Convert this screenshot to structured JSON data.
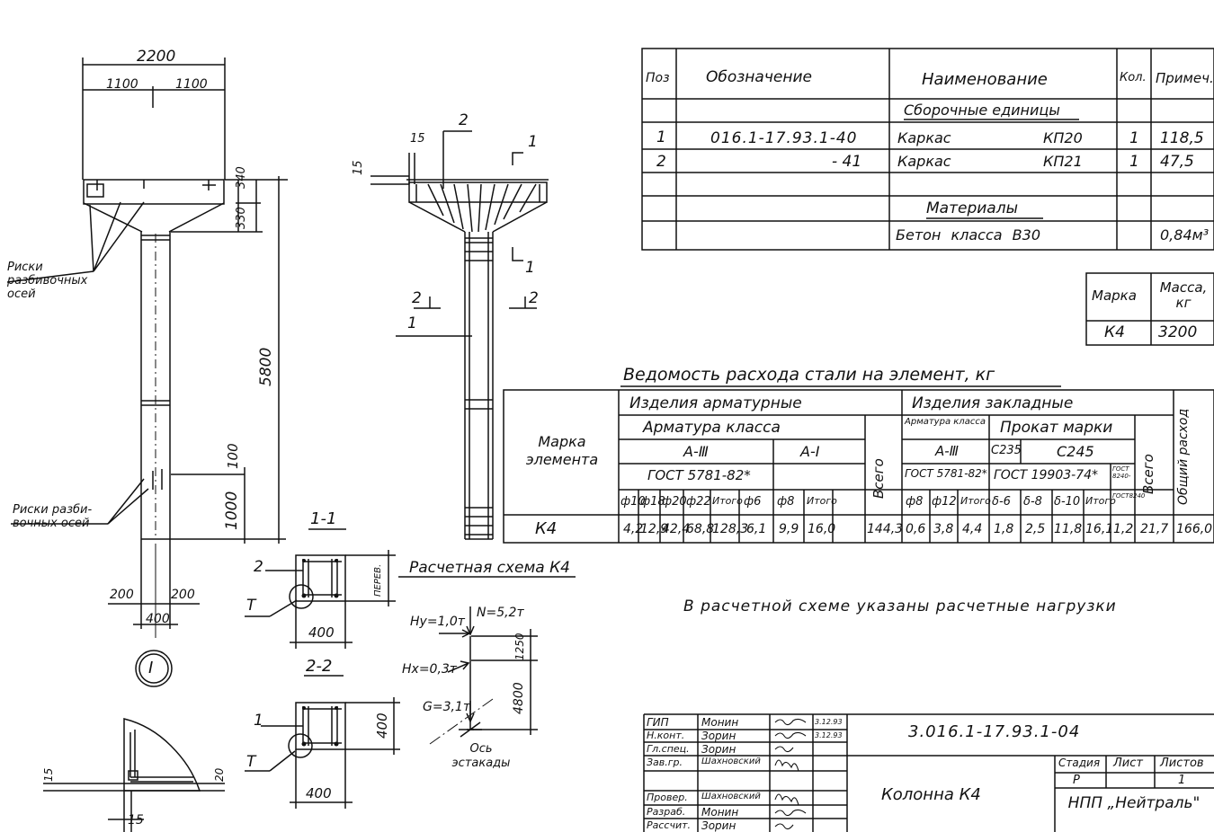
{
  "spec_table": {
    "headers": {
      "pos": "Поз",
      "designation": "Обозначение",
      "name": "Наименование",
      "qty": "Кол.",
      "note": "Примеч."
    },
    "assembly_header": "Сборочные единицы",
    "materials_header": "Материалы",
    "rows": [
      {
        "pos": "1",
        "designation": "016.1-17.93.1-40",
        "name": "Каркас",
        "mark": "КП20",
        "qty": "1",
        "note": "118,5"
      },
      {
        "pos": "2",
        "designation": "- 41",
        "name": "Каркас",
        "mark": "КП21",
        "qty": "1",
        "note": "47,5"
      }
    ],
    "material": {
      "name": "Бетон  класса  В30",
      "note": "0,84м³"
    }
  },
  "mass_table": {
    "mark_header": "Марка",
    "mass_header": "Масса, кг",
    "mark": "К4",
    "mass": "3200"
  },
  "steel": {
    "title": "Ведомость  расхода  стали  на  элемент,  кг",
    "element_mark_header": "Марка элемента",
    "rebar_header": "Изделия  арматурные",
    "rebar_class_header": "Арматура  класса",
    "a3": "А-Ⅲ",
    "a1": "А-Ⅰ",
    "gost5781": "ГОСТ 5781-82*",
    "total": "Всего",
    "embedded_header": "Изделия  закладные",
    "emb_rebar_class": "Арматура класса",
    "emb_a3": "А-Ⅲ",
    "emb_gost": "ГОСТ 5781-82*",
    "profile_header": "Прокат  марки",
    "c235": "С235",
    "c245": "С245",
    "gost19903": "ГОСТ 19903-74*",
    "gost_small": "ГОСТ 8240-",
    "grand_total": "Общий расход",
    "columns": [
      "ф10",
      "ф18",
      "ф20",
      "ф22",
      "Итого",
      "ф6",
      "ф8",
      "Итого",
      "",
      "ф8",
      "ф12",
      "Итого",
      "δ-6",
      "δ-8",
      "δ-10",
      "Итого",
      "ГОСТ8240",
      "",
      "Общий"
    ],
    "row": {
      "mark": "К4",
      "values": [
        "4,2",
        "12,9",
        "42,4",
        "68,8",
        "128,3",
        "6,1",
        "9,9",
        "16,0",
        "144,3",
        "0,6",
        "3,8",
        "4,4",
        "1,8",
        "2,5",
        "11,8",
        "16,1",
        "1,2",
        "21,7",
        "166,0"
      ]
    }
  },
  "drawing": {
    "dim_2200": "2200",
    "dim_1100a": "1100",
    "dim_1100b": "1100",
    "dim_340": "340",
    "dim_330": "330",
    "dim_5800": "5800",
    "dim_100": "100",
    "dim_1000": "1000",
    "dim_200a": "200",
    "dim_200b": "200",
    "dim_400": "400",
    "label_risks_top": "Риски разбивочных осей",
    "label_risks_bottom": "Риски разби- вочных осей",
    "node_mark": "I",
    "pos_2": "2",
    "pos_1": "1",
    "pos_15": "15",
    "dim_15": "15",
    "sec_1": "1",
    "sec_2": "2",
    "section_11": "1-1",
    "section_22": "2-2",
    "label_perev": "ПЕРЕВ.",
    "sec_2_label": "2",
    "sec_T": "Т",
    "sec_400": "400",
    "sec2_1": "1",
    "sec2_T": "Т",
    "sec2_400h": "400",
    "sec2_400": "400",
    "scheme_title": "Расчетная  схема  К4",
    "n_load": "N=5,2т",
    "hy": "Hy=1,0т",
    "hx": "Hx=0,3т",
    "g": "G=3,1т",
    "dim_1250": "1250",
    "dim_4800": "4800",
    "axis": "Ось эстакады",
    "note": "В  расчетной  схеме  указаны  расчетные нагрузки",
    "det_15a": "15",
    "det_20": "20",
    "det_15b": "15"
  },
  "title_block": {
    "code": "3.016.1-17.93.1-04",
    "name": "Колонна  К4",
    "stage_h": "Стадия",
    "sheet_h": "Лист",
    "sheets_h": "Листов",
    "stage": "Р",
    "sheets": "1",
    "org": "НПП „Нейтраль\"",
    "people": [
      {
        "role": "ГИП",
        "name": "Монин",
        "date": "3.12.93"
      },
      {
        "role": "Н.конт.",
        "name": "Зорин",
        "date": "3.12.93"
      },
      {
        "role": "Гл.спец.",
        "name": "Зорин",
        "date": ""
      },
      {
        "role": "Зав.гр.",
        "name": "Шахновский",
        "date": ""
      },
      {
        "role": "",
        "name": "",
        "date": ""
      },
      {
        "role": "Провер.",
        "name": "Шахновский",
        "date": ""
      },
      {
        "role": "Разраб.",
        "name": "Монин",
        "date": ""
      },
      {
        "role": "Рассчит.",
        "name": "Зорин",
        "date": ""
      }
    ]
  }
}
